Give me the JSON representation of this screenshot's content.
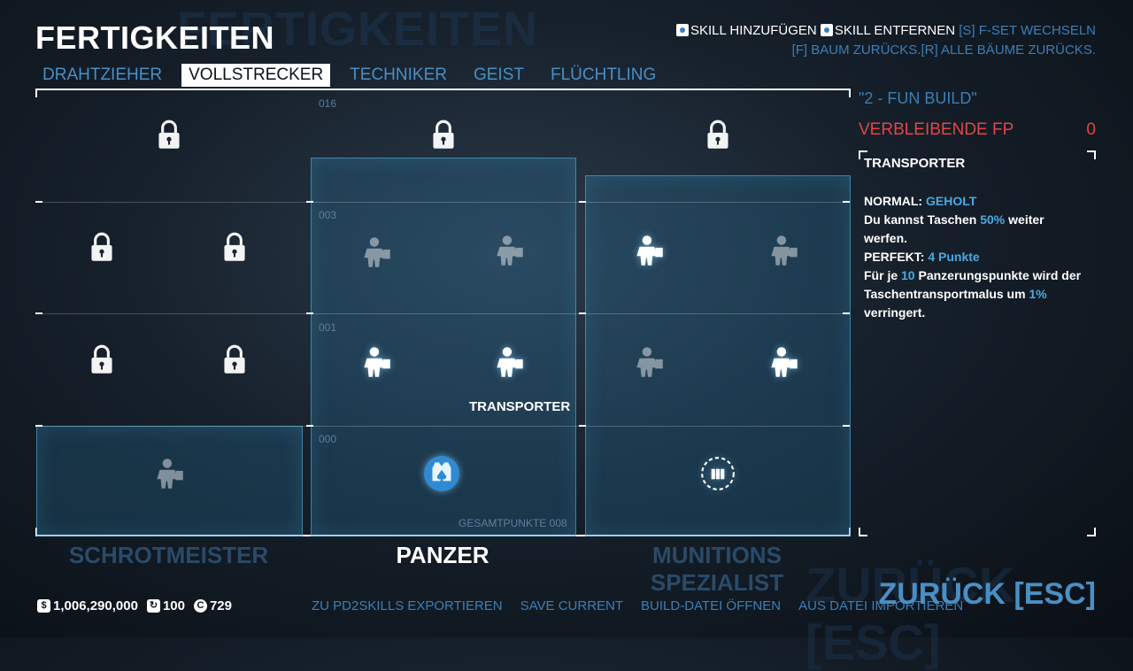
{
  "header": {
    "title": "FERTIGKEITEN",
    "tabs": [
      {
        "label": "DRAHTZIEHER",
        "active": false
      },
      {
        "label": "VOLLSTRECKER",
        "active": true
      },
      {
        "label": "TECHNIKER",
        "active": false
      },
      {
        "label": "GEIST",
        "active": false
      },
      {
        "label": "FLÜCHTLING",
        "active": false
      }
    ]
  },
  "hints": {
    "add_skill": "SKILL HINZUFÜGEN",
    "remove_skill": "SKILL ENTFERNEN",
    "switch_set": "[S] F-SET WECHSELN",
    "reset_tree": "[F] BAUM ZURÜCKS.",
    "reset_all": "[R] ALLE BÄUME ZURÜCKS."
  },
  "tree": {
    "tier_labels": [
      "016",
      "003",
      "001",
      "000"
    ],
    "total_points": "GESAMTPUNKTE 008",
    "skill_label": "TRANSPORTER",
    "subtrees": [
      {
        "label": "SCHROTMEISTER",
        "active": false
      },
      {
        "label": "PANZER",
        "active": true
      },
      {
        "label": "MUNITIONS SPEZIALIST",
        "active": false
      }
    ]
  },
  "info": {
    "build_name": "\"2 - FUN BUILD\"",
    "fp_label": "VERBLEIBENDE FP",
    "fp_value": "0",
    "skill_title": "TRANSPORTER",
    "normal_label": "NORMAL:",
    "normal_status": "GEHOLT",
    "normal_text_1": "Du kannst Taschen ",
    "normal_value": "50%",
    "normal_text_2": " weiter werfen.",
    "perfect_label": "PERFEKT:",
    "perfect_status": "4 Punkte",
    "perfect_text_1": "Für je ",
    "perfect_value_1": "10",
    "perfect_text_2": " Panzerungspunkte wird der Taschentransportmalus um ",
    "perfect_value_2": "1%",
    "perfect_text_3": " verringert."
  },
  "footer": {
    "money": "1,006,290,000",
    "skill_points": "100",
    "coins": "729",
    "actions": [
      "ZU PD2SKILLS EXPORTIEREN",
      "SAVE CURRENT",
      "BUILD-DATEI ÖFFNEN",
      "AUS DATEI IMPORTIEREN"
    ],
    "back": "ZURÜCK [ESC]"
  },
  "background_text": {
    "ghost_title": "FERTIGKEITEN",
    "ghost_back": "ZURÜCK [ESC]"
  },
  "colors": {
    "accent": "#3b7fb8",
    "fp_red": "#e34545",
    "highlight": "#4aa8e6"
  }
}
